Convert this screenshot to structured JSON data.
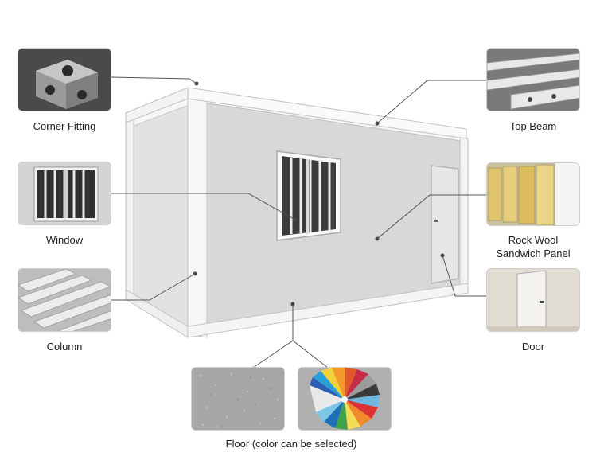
{
  "callouts": {
    "corner_fitting": "Corner Fitting",
    "window": "Window",
    "column": "Column",
    "top_beam": "Top Beam",
    "rock_wool_line1": "Rock Wool",
    "rock_wool_line2": "Sandwich Panel",
    "door": "Door",
    "floor": "Floor (color can be selected)"
  },
  "colors": {
    "leader_line": "#555555",
    "container_panel": "#d9d9d9",
    "container_frame": "#f4f4f4"
  }
}
